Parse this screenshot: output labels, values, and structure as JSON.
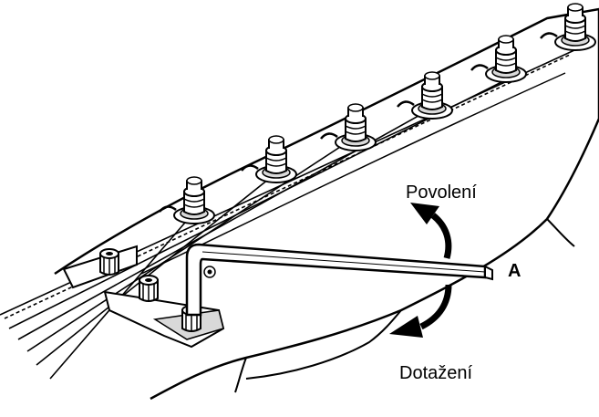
{
  "labels": {
    "loosen": "Povolení",
    "tighten": "Dotažení",
    "wrench": "A"
  },
  "colors": {
    "ink": "#000000",
    "paper": "#ffffff",
    "shade": "#d9d9d9"
  }
}
